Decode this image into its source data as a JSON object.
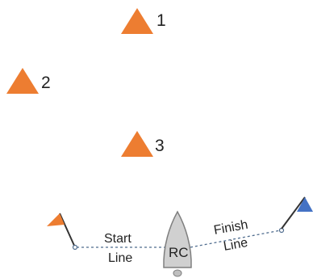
{
  "colors": {
    "mark": "#ED7D31",
    "finish_flag": "#4472C4",
    "boat_fill": "#D0D0D0",
    "boat_stroke": "#7F7F7F",
    "line": "#4F6C8E",
    "pole": "#333333",
    "text": "#222222"
  },
  "marks": [
    {
      "label": "1"
    },
    {
      "label": "2"
    },
    {
      "label": "3"
    }
  ],
  "start_line": {
    "label_line1": "Start",
    "label_line2": "Line"
  },
  "finish_line": {
    "label_line1": "Finish",
    "label_line2": "Line"
  },
  "committee_boat": {
    "label": "RC"
  }
}
